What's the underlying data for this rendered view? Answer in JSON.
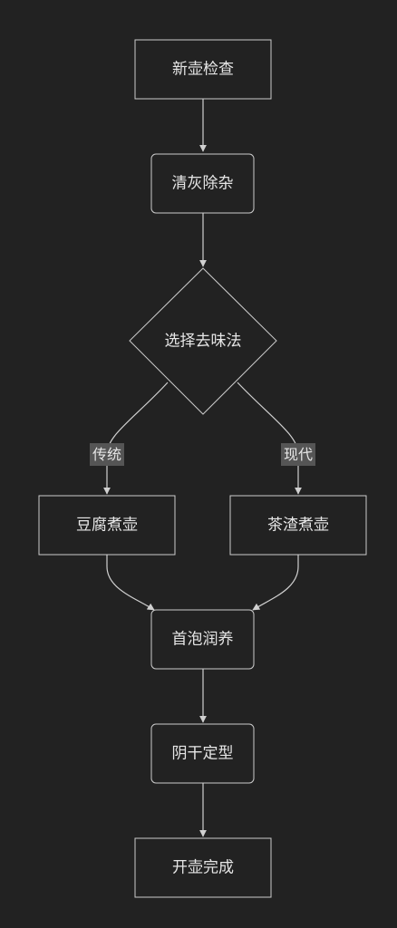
{
  "flowchart": {
    "nodes": {
      "new_pot_check": "新壶检查",
      "clean_ash": "清灰除杂",
      "choose_method": "选择去味法",
      "tofu_boil": "豆腐煮壶",
      "tea_dregs_boil": "茶渣煮壶",
      "first_brew": "首泡润养",
      "shade_dry": "阴干定型",
      "pot_ready": "开壶完成"
    },
    "edge_labels": {
      "traditional": "传统",
      "modern": "现代"
    }
  }
}
